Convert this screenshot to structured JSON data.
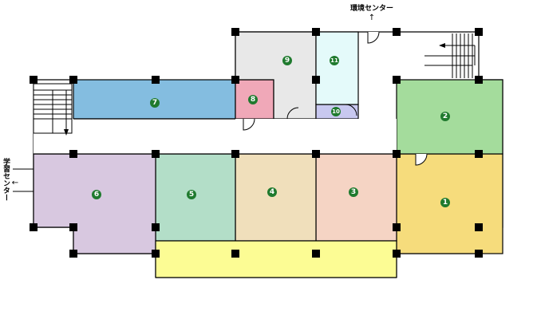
{
  "labels": {
    "environment_center": "環境センター",
    "environment_arrow": "↑",
    "learning_center": "学習センター",
    "learning_arrow": "←"
  },
  "rooms": [
    {
      "id": "room-1",
      "number": "❶",
      "color": "#f6dc7c"
    },
    {
      "id": "room-2",
      "number": "❷",
      "color": "#a4dc9c"
    },
    {
      "id": "room-3",
      "number": "❸",
      "color": "#f5d4c4"
    },
    {
      "id": "room-4",
      "number": "❹",
      "color": "#f0dfbb"
    },
    {
      "id": "room-5",
      "number": "❺",
      "color": "#b3dec8"
    },
    {
      "id": "room-6",
      "number": "❻",
      "color": "#d8c8e0"
    },
    {
      "id": "room-7",
      "number": "❼",
      "color": "#84bde0"
    },
    {
      "id": "room-8",
      "number": "❽",
      "color": "#f0a8b8"
    },
    {
      "id": "room-9",
      "number": "❾",
      "color": "#e8e8e8"
    },
    {
      "id": "room-10",
      "number": "❿",
      "color": "#c8c8f0"
    },
    {
      "id": "room-11",
      "number": "⓫",
      "color": "#e4fafa"
    }
  ],
  "corridor_color": "#fcfc94"
}
